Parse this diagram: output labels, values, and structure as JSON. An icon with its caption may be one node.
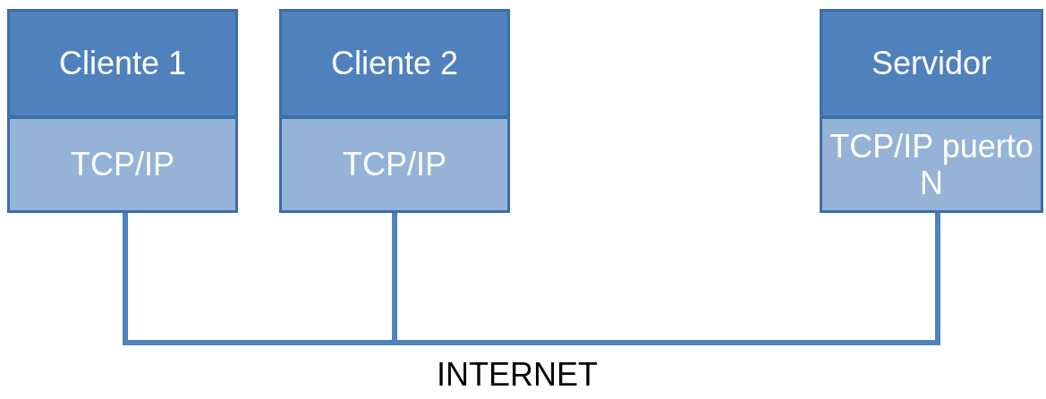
{
  "diagram": {
    "nodes": [
      {
        "text": [
          "Cliente 1"
        ]
      },
      {
        "text": [
          "TCP/IP"
        ]
      },
      {
        "text": [
          "Cliente 2"
        ]
      },
      {
        "text": [
          "TCP/IP"
        ]
      },
      {
        "text": [
          "Servidor"
        ]
      },
      {
        "text": [
          "TCP/IP puerto N"
        ]
      }
    ],
    "edges": [
      {
        "from": 1,
        "to": 3,
        "arrow": "none"
      },
      {
        "from": 3,
        "to": 5,
        "arrow": "none"
      }
    ],
    "labels": [
      "INTERNET"
    ]
  }
}
